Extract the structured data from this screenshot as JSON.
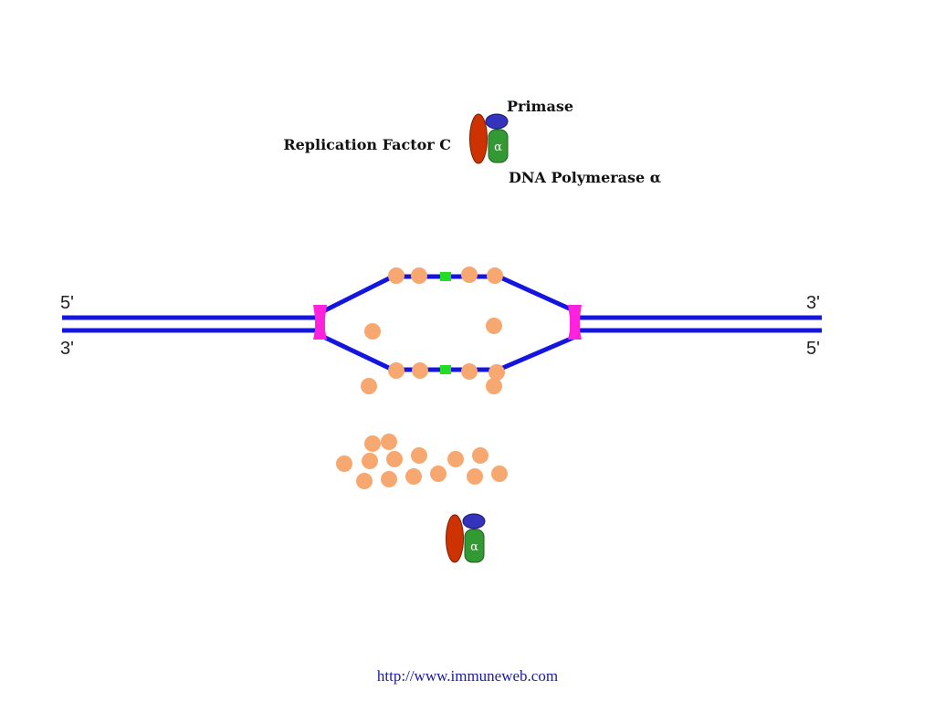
{
  "labels": {
    "primase": "Primase",
    "replication_factor": "Replication Factor C",
    "dna_polymerase": "DNA Polymerase α",
    "alpha_symbol": "α",
    "strand_left_top": "5'",
    "strand_left_bottom": "3'",
    "strand_right_top": "3'",
    "strand_right_bottom": "5'"
  },
  "footer": {
    "url_text": "http://www.immuneweb.com"
  },
  "colors": {
    "dna_strand": "#1515e0",
    "helicase": "#ff22dd",
    "ssb_protein": "#f7a870",
    "origin_marker": "#22dd22",
    "rfc": "#cc3300",
    "primase": "#3333bb",
    "polymerase_alpha": "#339933"
  }
}
